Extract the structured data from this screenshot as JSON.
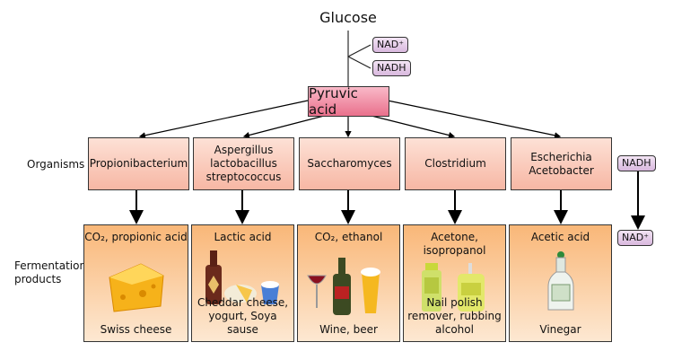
{
  "title": "Glucose",
  "cofactors_top": {
    "nad_plus": "NAD⁺",
    "nadh": "NADH"
  },
  "intermediate": "Pyruvic acid",
  "row_labels": {
    "organisms": "Organisms",
    "products": "Fermentation products"
  },
  "cofactors_right": {
    "nadh": "NADH",
    "nad_plus": "NAD⁺"
  },
  "pathways": [
    {
      "organism": "Propionibacterium",
      "product": "CO₂, propionic acid",
      "example": "Swiss cheese",
      "icon": "cheese-icon"
    },
    {
      "organism": "Aspergillus lactobacillus streptococcus",
      "product": "Lactic acid",
      "example": "Cheddar cheese, yogurt, Soya sause",
      "icon": "sauce-cheese-yogurt-icon"
    },
    {
      "organism": "Saccharomyces",
      "product": "CO₂, ethanol",
      "example": "Wine, beer",
      "icon": "wine-beer-icon"
    },
    {
      "organism": "Clostridium",
      "product": "Acetone, isopropanol",
      "example": "Nail polish remover, rubbing alcohol",
      "icon": "bottles-icon"
    },
    {
      "organism": "Escherichia Acetobacter",
      "product": "Acetic acid",
      "example": "Vinegar",
      "icon": "vinegar-bottle-icon"
    }
  ]
}
